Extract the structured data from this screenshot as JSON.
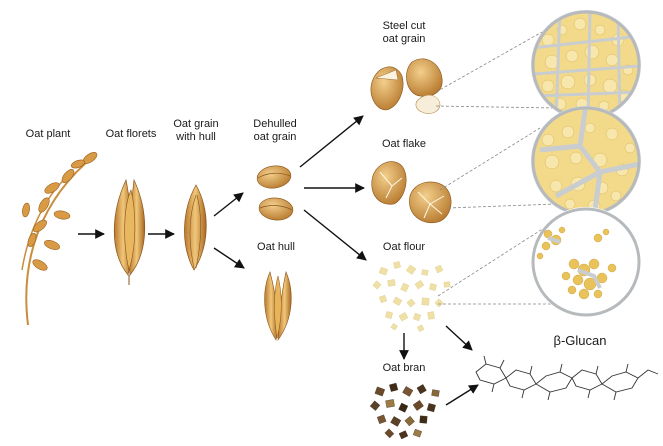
{
  "labels": {
    "oat_plant": "Oat plant",
    "oat_florets": "Oat florets",
    "oat_grain_with_hull_1": "Oat grain",
    "oat_grain_with_hull_2": "with hull",
    "dehulled_1": "Dehulled",
    "dehulled_2": "oat grain",
    "oat_hull": "Oat hull",
    "steel_cut_1": "Steel cut",
    "steel_cut_2": "oat grain",
    "oat_flake": "Oat flake",
    "oat_flour": "Oat flour",
    "oat_bran": "Oat bran",
    "beta_glucan": "β-Glucan"
  },
  "colors": {
    "grain": "#d9a35a",
    "grain_dark": "#a86a22",
    "flour": "#efe0a6",
    "bran": "#5a4128",
    "cell_fill": "#f3d98a",
    "cell_wall": "#c9cdd0",
    "arrow": "#111111"
  }
}
